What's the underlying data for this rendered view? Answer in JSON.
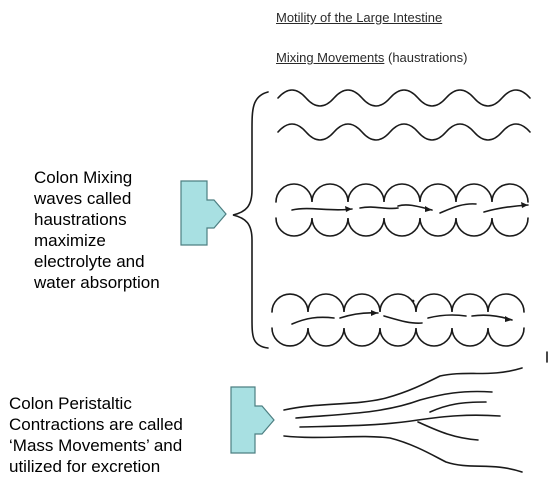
{
  "diagram": {
    "heading": {
      "title": "Motility of the Large Intestine",
      "subtitle_underlined": "Mixing Movements",
      "subtitle_rest": " (haustrations)"
    },
    "captions": {
      "mixing": [
        "Colon Mixing",
        "waves called",
        "haustrations",
        "maximize",
        "electrolyte and",
        "water absorption"
      ],
      "peristaltic": [
        "Colon Peristaltic",
        "Contractions are called",
        "‘Mass Movements’ and",
        "utilized for excretion"
      ]
    },
    "colors": {
      "arrow_fill": "#a8e0e2",
      "arrow_stroke": "#4d7f82",
      "ink": "#1a1a1a"
    }
  }
}
